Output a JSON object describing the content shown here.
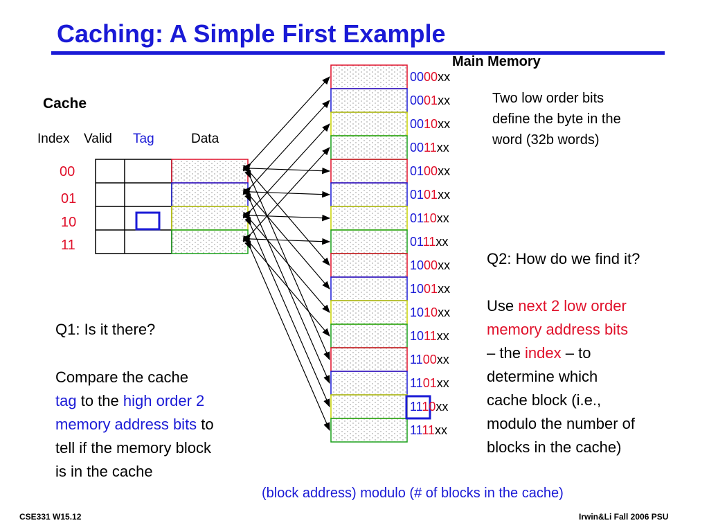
{
  "title": "Caching:  A Simple First Example",
  "main_memory_label": "Main Memory",
  "cache": {
    "label": "Cache",
    "col_index": "Index",
    "col_valid": "Valid",
    "col_tag": "Tag",
    "col_data": "Data",
    "indices": [
      "00",
      "01",
      "10",
      "11"
    ]
  },
  "memory_addresses": [
    {
      "high": "00",
      "low": "00",
      "suffix": "xx"
    },
    {
      "high": "00",
      "low": "01",
      "suffix": "xx"
    },
    {
      "high": "00",
      "low": "10",
      "suffix": "xx"
    },
    {
      "high": "00",
      "low": "11",
      "suffix": "xx"
    },
    {
      "high": "01",
      "low": "00",
      "suffix": "xx"
    },
    {
      "high": "01",
      "low": "01",
      "suffix": "xx"
    },
    {
      "high": "01",
      "low": "10",
      "suffix": "xx"
    },
    {
      "high": "01",
      "low": "11",
      "suffix": "xx"
    },
    {
      "high": "10",
      "low": "00",
      "suffix": "xx"
    },
    {
      "high": "10",
      "low": "01",
      "suffix": "xx"
    },
    {
      "high": "10",
      "low": "10",
      "suffix": "xx"
    },
    {
      "high": "10",
      "low": "11",
      "suffix": "xx"
    },
    {
      "high": "11",
      "low": "00",
      "suffix": "xx"
    },
    {
      "high": "11",
      "low": "01",
      "suffix": "xx"
    },
    {
      "high": "11",
      "low": "10",
      "suffix": "xx"
    },
    {
      "high": "11",
      "low": "11",
      "suffix": "xx"
    }
  ],
  "note": [
    "Two low order bits",
    "define the byte in the",
    "word (32b words)"
  ],
  "q1": {
    "question": "Q1: Is it there?",
    "answer_1": "Compare the cache",
    "answer_tag": "tag",
    "answer_2": " to the ",
    "answer_high": "high order 2",
    "answer_mem": "memory address bits",
    "answer_3": " to",
    "answer_4": "tell if the memory block",
    "answer_5": "is in the cache"
  },
  "q2": {
    "question": "Q2: How do we find it?",
    "use": "Use ",
    "next2": "next 2 low order",
    "memaddr": "memory address bits",
    "dash_the": "– the ",
    "index": "index",
    "dash_to": " – to",
    "l4": "determine which",
    "l5": "cache block (i.e.,",
    "l6": "modulo the number of",
    "l7": "blocks in the cache)"
  },
  "modulo_note": "(block address) modulo (# of blocks in the cache)",
  "footer": {
    "left": "CSE331  W15.12",
    "right": "Irwin&Li Fall 2006 PSU"
  },
  "colors": {
    "title_blue": "#1a1ad6",
    "red": "#e0102a",
    "block_colors": [
      "#e0102a",
      "#1a1ad6",
      "#c8d400",
      "#1aa01a"
    ]
  }
}
